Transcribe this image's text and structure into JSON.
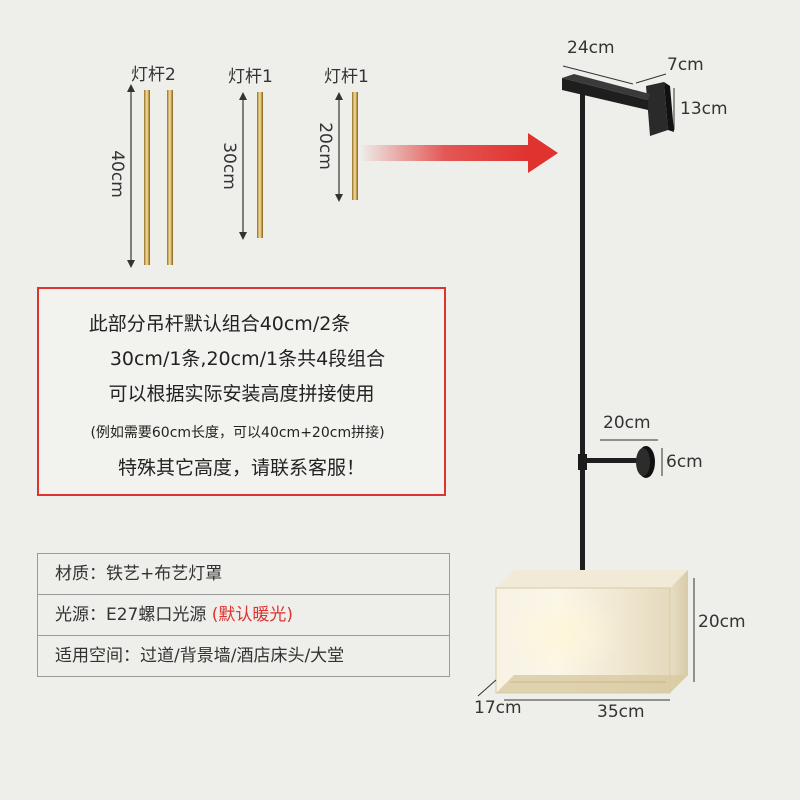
{
  "rods": {
    "rod_a": {
      "title": "灯杆2",
      "length_label": "40cm"
    },
    "rod_b": {
      "title": "灯杆1",
      "length_label": "30cm"
    },
    "rod_c": {
      "title": "灯杆1",
      "length_label": "20cm"
    }
  },
  "notice": {
    "line1": "此部分吊杆默认组合40cm/2条",
    "line2": "30cm/1条,20cm/1条共4段组合",
    "line3": "可以根据实际安装高度拼接使用",
    "line4": "(例如需要60cm长度，可以40cm+20cm拼接)",
    "line5": "特殊其它高度，请联系客服！"
  },
  "specs": {
    "material": "材质：铁艺+布艺灯罩",
    "light_prefix": "光源：E27螺口光源 ",
    "light_highlight": "(默认暖光)",
    "usage": "适用空间：过道/背景墙/酒店床头/大堂"
  },
  "dimensions": {
    "arm_length": "24cm",
    "base_width": "7cm",
    "base_height": "13cm",
    "lower_arm": "20cm",
    "lower_base": "6cm",
    "shade_height": "20cm",
    "shade_depth": "17cm",
    "shade_width": "35cm"
  },
  "colors": {
    "accent_red": "#e0322f",
    "rod_gold": "#d4b062",
    "iron_black": "#1e1e1e",
    "shade_cream": "#f3ecd9"
  }
}
